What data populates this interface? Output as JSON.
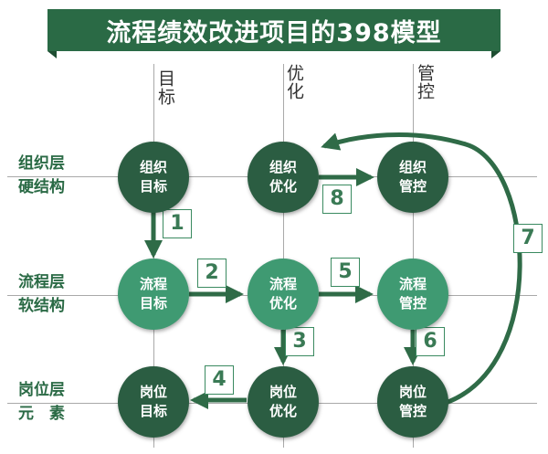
{
  "title": "流程绩效改进项目的398模型",
  "columns": [
    "目标",
    "优化",
    "管控"
  ],
  "rows": [
    {
      "line1": "组织层",
      "line2": "硬结构"
    },
    {
      "line1": "流程层",
      "line2": "软结构"
    },
    {
      "line1": "岗位层",
      "line2": "元　素"
    }
  ],
  "nodes": [
    {
      "line1": "组织",
      "line2": "目标"
    },
    {
      "line1": "组织",
      "line2": "优化"
    },
    {
      "line1": "组织",
      "line2": "管控"
    },
    {
      "line1": "流程",
      "line2": "目标"
    },
    {
      "line1": "流程",
      "line2": "优化"
    },
    {
      "line1": "流程",
      "line2": "管控"
    },
    {
      "line1": "岗位",
      "line2": "目标"
    },
    {
      "line1": "岗位",
      "line2": "优化"
    },
    {
      "line1": "岗位",
      "line2": "管控"
    }
  ],
  "steps": [
    "1",
    "2",
    "3",
    "4",
    "5",
    "6",
    "7",
    "8"
  ],
  "colors": {
    "banner": "#2a6a45",
    "node_dark": "#2b5d42",
    "node_light": "#3f9a72",
    "arrow": "#2f6b47",
    "grid": "#a9a9a9"
  }
}
